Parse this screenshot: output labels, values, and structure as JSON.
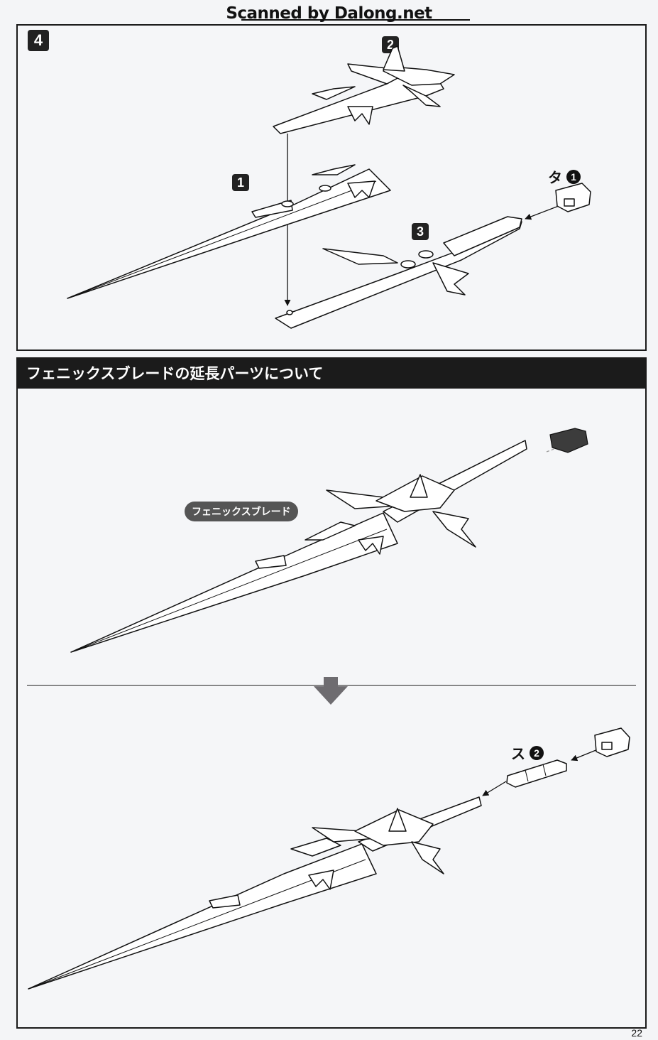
{
  "watermark": "Scanned by Dalong.net",
  "step": {
    "number": "4",
    "parts": [
      {
        "number": "1",
        "name": "blade-tip-piece"
      },
      {
        "number": "2",
        "name": "blade-top-cover"
      },
      {
        "number": "3",
        "name": "blade-base-frame"
      }
    ],
    "connector_label": {
      "runner": "タ",
      "part": "1"
    }
  },
  "extension_section": {
    "title": "フェニックスブレードの延長パーツについて",
    "callout": "フェニックスブレード",
    "extension_label": {
      "runner": "ス",
      "part": "2"
    },
    "arrow_icon": "down-arrow-icon"
  },
  "page_number": "22",
  "colors": {
    "ink": "#111111",
    "paper": "#f4f5f7",
    "header_bg": "#1b1b1b",
    "callout_bg": "#555555",
    "arrow": "#6e6c70"
  }
}
